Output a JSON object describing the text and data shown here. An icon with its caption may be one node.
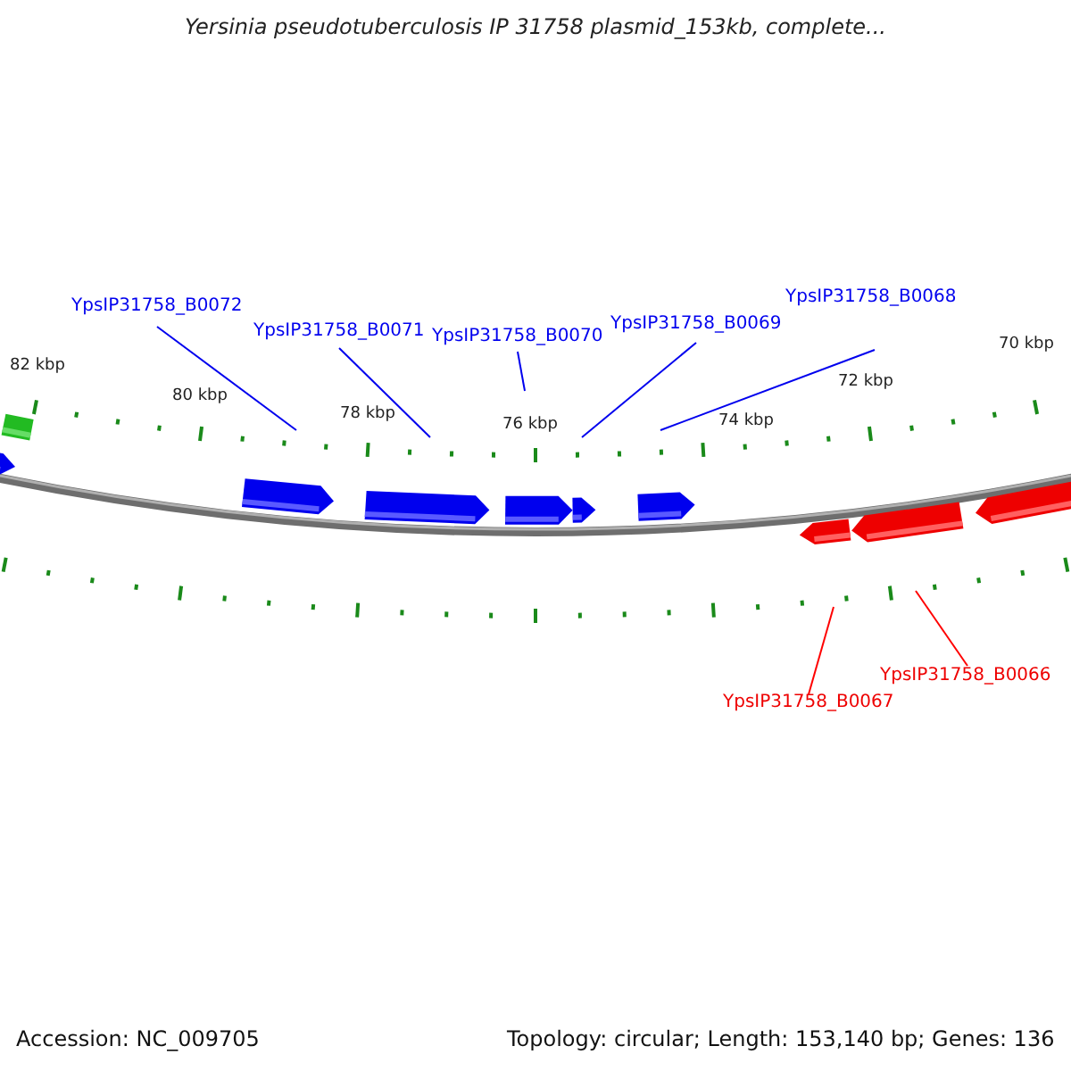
{
  "diagram": {
    "title": "Yersinia pseudotuberculosis IP 31758 plasmid_153kb, complete...",
    "nodes": [
      {
        "text": [
          "YpsIP31758_B0072"
        ]
      },
      {
        "text": [
          "YpsIP31758_B0071"
        ]
      },
      {
        "text": [
          "YpsIP31758_B0070"
        ]
      },
      {
        "text": [
          "YpsIP31758_B0069"
        ]
      },
      {
        "text": [
          "YpsIP31758_B0068"
        ]
      },
      {
        "text": [
          "YpsIP31758_B0067"
        ]
      },
      {
        "text": [
          "YpsIP31758_B0066"
        ]
      }
    ],
    "edges": [
      {
        "from": 0,
        "to": null,
        "arrow": "none"
      },
      {
        "from": 1,
        "to": null,
        "arrow": "none"
      },
      {
        "from": 2,
        "to": null,
        "arrow": "none"
      },
      {
        "from": 3,
        "to": null,
        "arrow": "none"
      },
      {
        "from": 4,
        "to": null,
        "arrow": "none"
      },
      {
        "from": 5,
        "to": null,
        "arrow": "none",
        "color": "#ff0000"
      },
      {
        "from": 6,
        "to": null,
        "arrow": "none",
        "color": "#ff0000"
      }
    ],
    "labels": [
      "82 kbp",
      "80 kbp",
      "78 kbp",
      "76 kbp",
      "74 kbp",
      "72 kbp",
      "70 kbp",
      "Accession: NC_009705",
      "Topology: circular; Length: 153,140 bp; Genes: 136"
    ]
  }
}
